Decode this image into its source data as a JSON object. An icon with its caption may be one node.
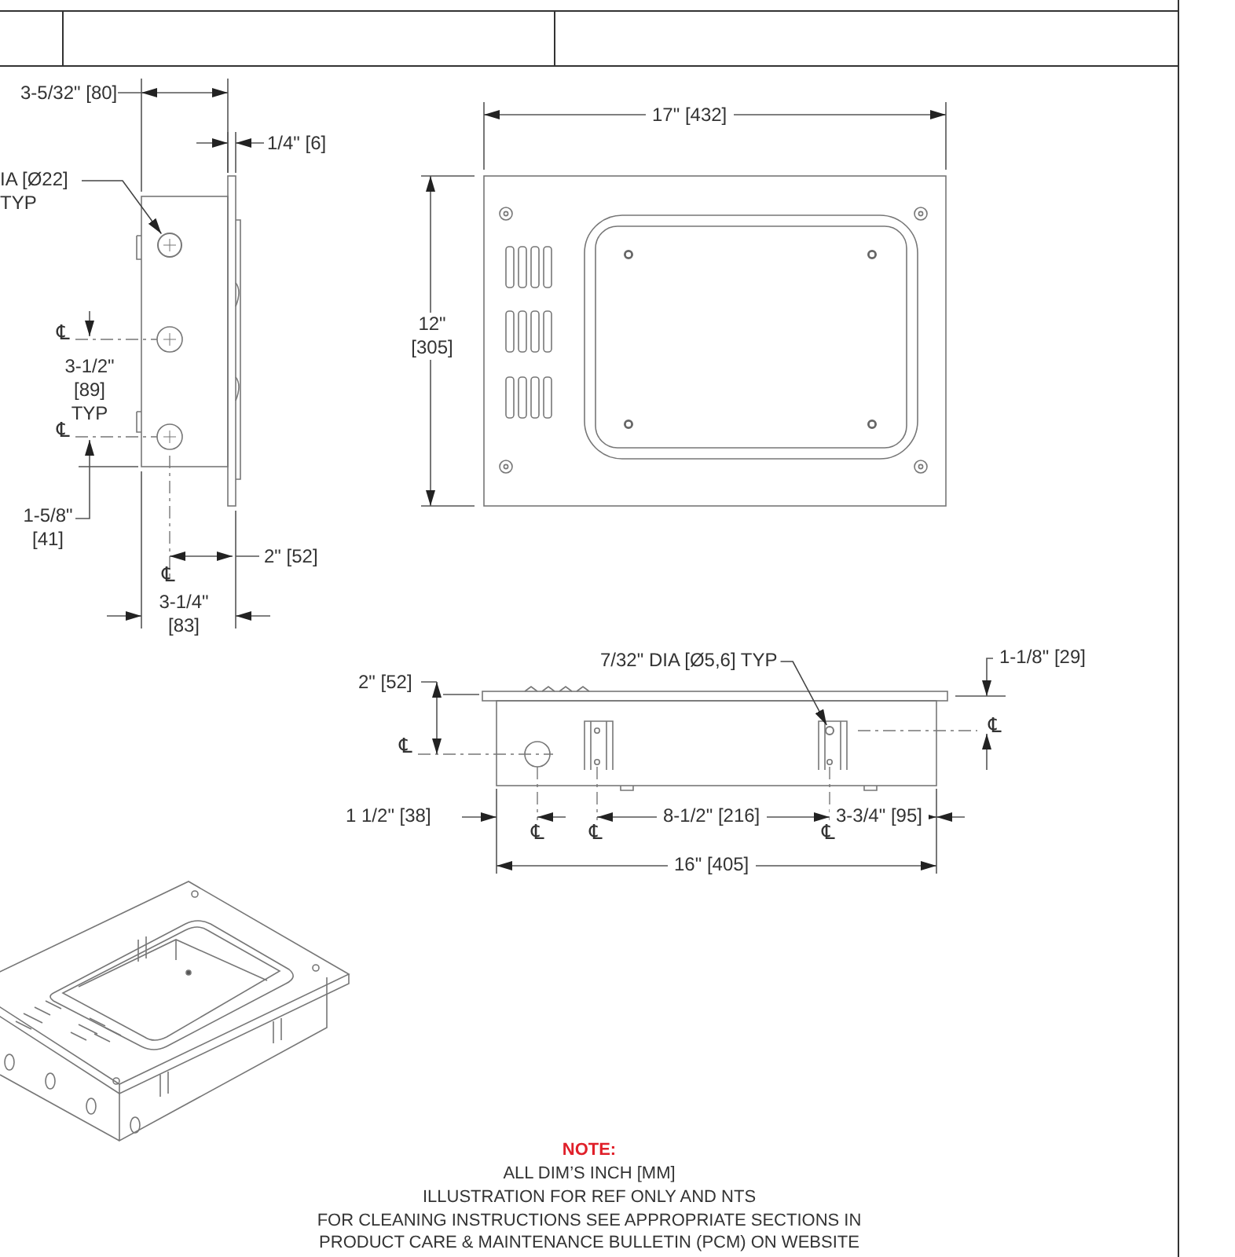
{
  "diagram": {
    "nodes": [
      {
        "text": [
          "IA [Ø22] TYP"
        ]
      },
      {
        "text": [],
        "shape": "circle"
      },
      {
        "text": [
          "7/32\" DIA [Ø5,6] TYP"
        ]
      },
      {
        "text": [],
        "shape": "circle"
      }
    ],
    "edges": [
      {
        "from": 0,
        "to": 1,
        "arrow": "to"
      },
      {
        "from": 2,
        "to": 3,
        "arrow": "to"
      }
    ],
    "labels": [
      "3-5/32\" [80]",
      "1/4\" [6]",
      "17\" [432]",
      "℄",
      "12\" [305]",
      "3-1/2\" [89] TYP",
      "℄",
      "1-5/8\" [41]",
      "2\" [52]",
      "℄",
      "3-1/4\" [83]",
      "1-1/8\" [29]",
      "2\" [52]",
      "℄",
      "℄",
      "1 1/2\" [38]",
      "8-1/2\" [216]",
      "3-3/4\" [95]",
      "℄",
      "℄",
      "℄",
      "16\" [405]",
      "NOTE:",
      "ALL DIM’S INCH [MM]",
      "ILLUSTRATION FOR REF ONLY AND NTS",
      "FOR CLEANING INSTRUCTIONS SEE APPROPRIATE SECTIONS IN",
      "PRODUCT CARE & MAINTENANCE BULLETIN (PCM) ON WEBSITE"
    ]
  }
}
